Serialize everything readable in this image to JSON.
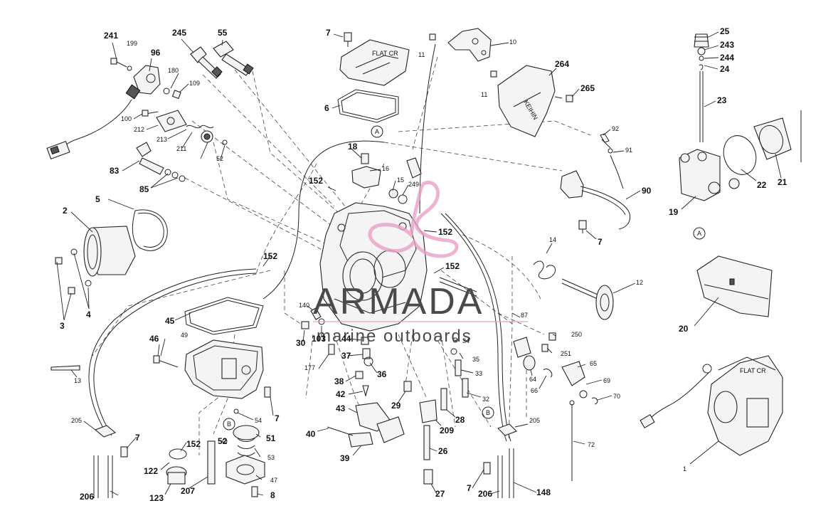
{
  "watermark": {
    "brand": "ARMADA",
    "tagline": "marine outboards",
    "accent_color": "#e8a0c4"
  },
  "callouts": {
    "c241": "241",
    "c199": "199",
    "c96": "96",
    "c245": "245",
    "c55": "55",
    "c7a": "7",
    "c6": "6",
    "c11a": "11",
    "c10": "10",
    "c11b": "11",
    "c264": "264",
    "c265": "265",
    "c25": "25",
    "c243": "243",
    "c244": "244",
    "c24": "24",
    "c23": "23",
    "c180": "180",
    "c109": "109",
    "c100": "100",
    "c212": "212",
    "c213": "213",
    "c211": "211",
    "c52a": "52",
    "cA1": "A",
    "c18": "18",
    "c16": "16",
    "c15": "15",
    "c249": "249",
    "c92": "92",
    "c91": "91",
    "c83": "83",
    "c85": "85",
    "c152a": "152",
    "c90": "90",
    "c22": "22",
    "c21": "21",
    "c19": "19",
    "cA2": "A",
    "c5": "5",
    "c2": "2",
    "c152b": "152",
    "c7b": "7",
    "c152c": "152",
    "c152d": "152",
    "c14": "14",
    "c12": "12",
    "c3": "3",
    "c4": "4",
    "c45": "45",
    "c140": "140",
    "c87": "87",
    "c20": "20",
    "c30": "30",
    "c103": "103",
    "c44": "44",
    "c34": "34",
    "c250": "250",
    "c49": "49",
    "c46": "46",
    "c37": "37",
    "c35": "35",
    "c251": "251",
    "c177": "177",
    "c65": "65",
    "c13": "13",
    "c38": "38",
    "c36": "36",
    "c33": "33",
    "c64": "64",
    "c69": "69",
    "c66": "66",
    "c42": "42",
    "c32": "32",
    "c70": "70",
    "c29": "29",
    "c43": "43",
    "c28": "28",
    "c7c": "7",
    "c54": "54",
    "c205a": "205",
    "cB1": "B",
    "c51": "51",
    "c209": "209",
    "cB2": "B",
    "c205b": "205",
    "c40": "40",
    "c7d": "7",
    "c52b": "52",
    "c152e": "152",
    "c53": "53",
    "c72": "72",
    "c26": "26",
    "c39": "39",
    "c1": "1",
    "c122": "122",
    "c47": "47",
    "c123": "123",
    "c207": "207",
    "c8": "8",
    "c27": "27",
    "c7e": "7",
    "c206a": "206",
    "c206b": "206",
    "c148": "148"
  },
  "decals": {
    "top_cover": "FLAT CR",
    "side_cover": "KEIHIN",
    "assembly_cover": "FLAT CR"
  }
}
